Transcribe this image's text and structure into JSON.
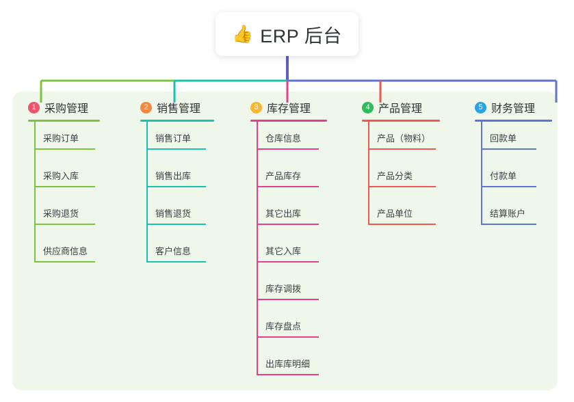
{
  "root": {
    "icon": "thumbs-up-emoji",
    "emoji": "👍",
    "title": "ERP 后台"
  },
  "colors": {
    "panel_bg": "#eef7ea",
    "page_bg": "#ffffff",
    "text": "#2f3338",
    "root_trunk": "#5b5fc7",
    "branch_green": "#7cc243",
    "branch_teal": "#17c2b0",
    "branch_pink": "#e83e8c",
    "branch_red": "#f2564f",
    "branch_blue": "#5b74d6"
  },
  "columns": [
    {
      "index": "1",
      "title": "采购管理",
      "badge_color": "#f0536c",
      "line_color": "#7cc243",
      "items": [
        {
          "label": "采购订单"
        },
        {
          "label": "采购入库"
        },
        {
          "label": "采购退货"
        },
        {
          "label": "供应商信息"
        }
      ]
    },
    {
      "index": "2",
      "title": "销售管理",
      "badge_color": "#f5883c",
      "line_color": "#17c2b0",
      "items": [
        {
          "label": "销售订单"
        },
        {
          "label": "销售出库"
        },
        {
          "label": "销售退货"
        },
        {
          "label": "客户信息"
        }
      ]
    },
    {
      "index": "3",
      "title": "库存管理",
      "badge_color": "#f7b733",
      "line_color": "#e83e8c",
      "items": [
        {
          "label": "仓库信息"
        },
        {
          "label": "产品库存"
        },
        {
          "label": "其它出库"
        },
        {
          "label": "其它入库"
        },
        {
          "label": "库存调拨"
        },
        {
          "label": "库存盘点"
        },
        {
          "label": "出库库明细"
        }
      ]
    },
    {
      "index": "4",
      "title": "产品管理",
      "badge_color": "#2ebd59",
      "line_color": "#f2564f",
      "items": [
        {
          "label": "产品（物料）"
        },
        {
          "label": "产品分类"
        },
        {
          "label": "产品单位"
        }
      ]
    },
    {
      "index": "5",
      "title": "财务管理",
      "badge_color": "#27a3e8",
      "line_color": "#5b74d6",
      "items": [
        {
          "label": "回款单"
        },
        {
          "label": "付款单"
        },
        {
          "label": "结算账户"
        }
      ]
    }
  ]
}
